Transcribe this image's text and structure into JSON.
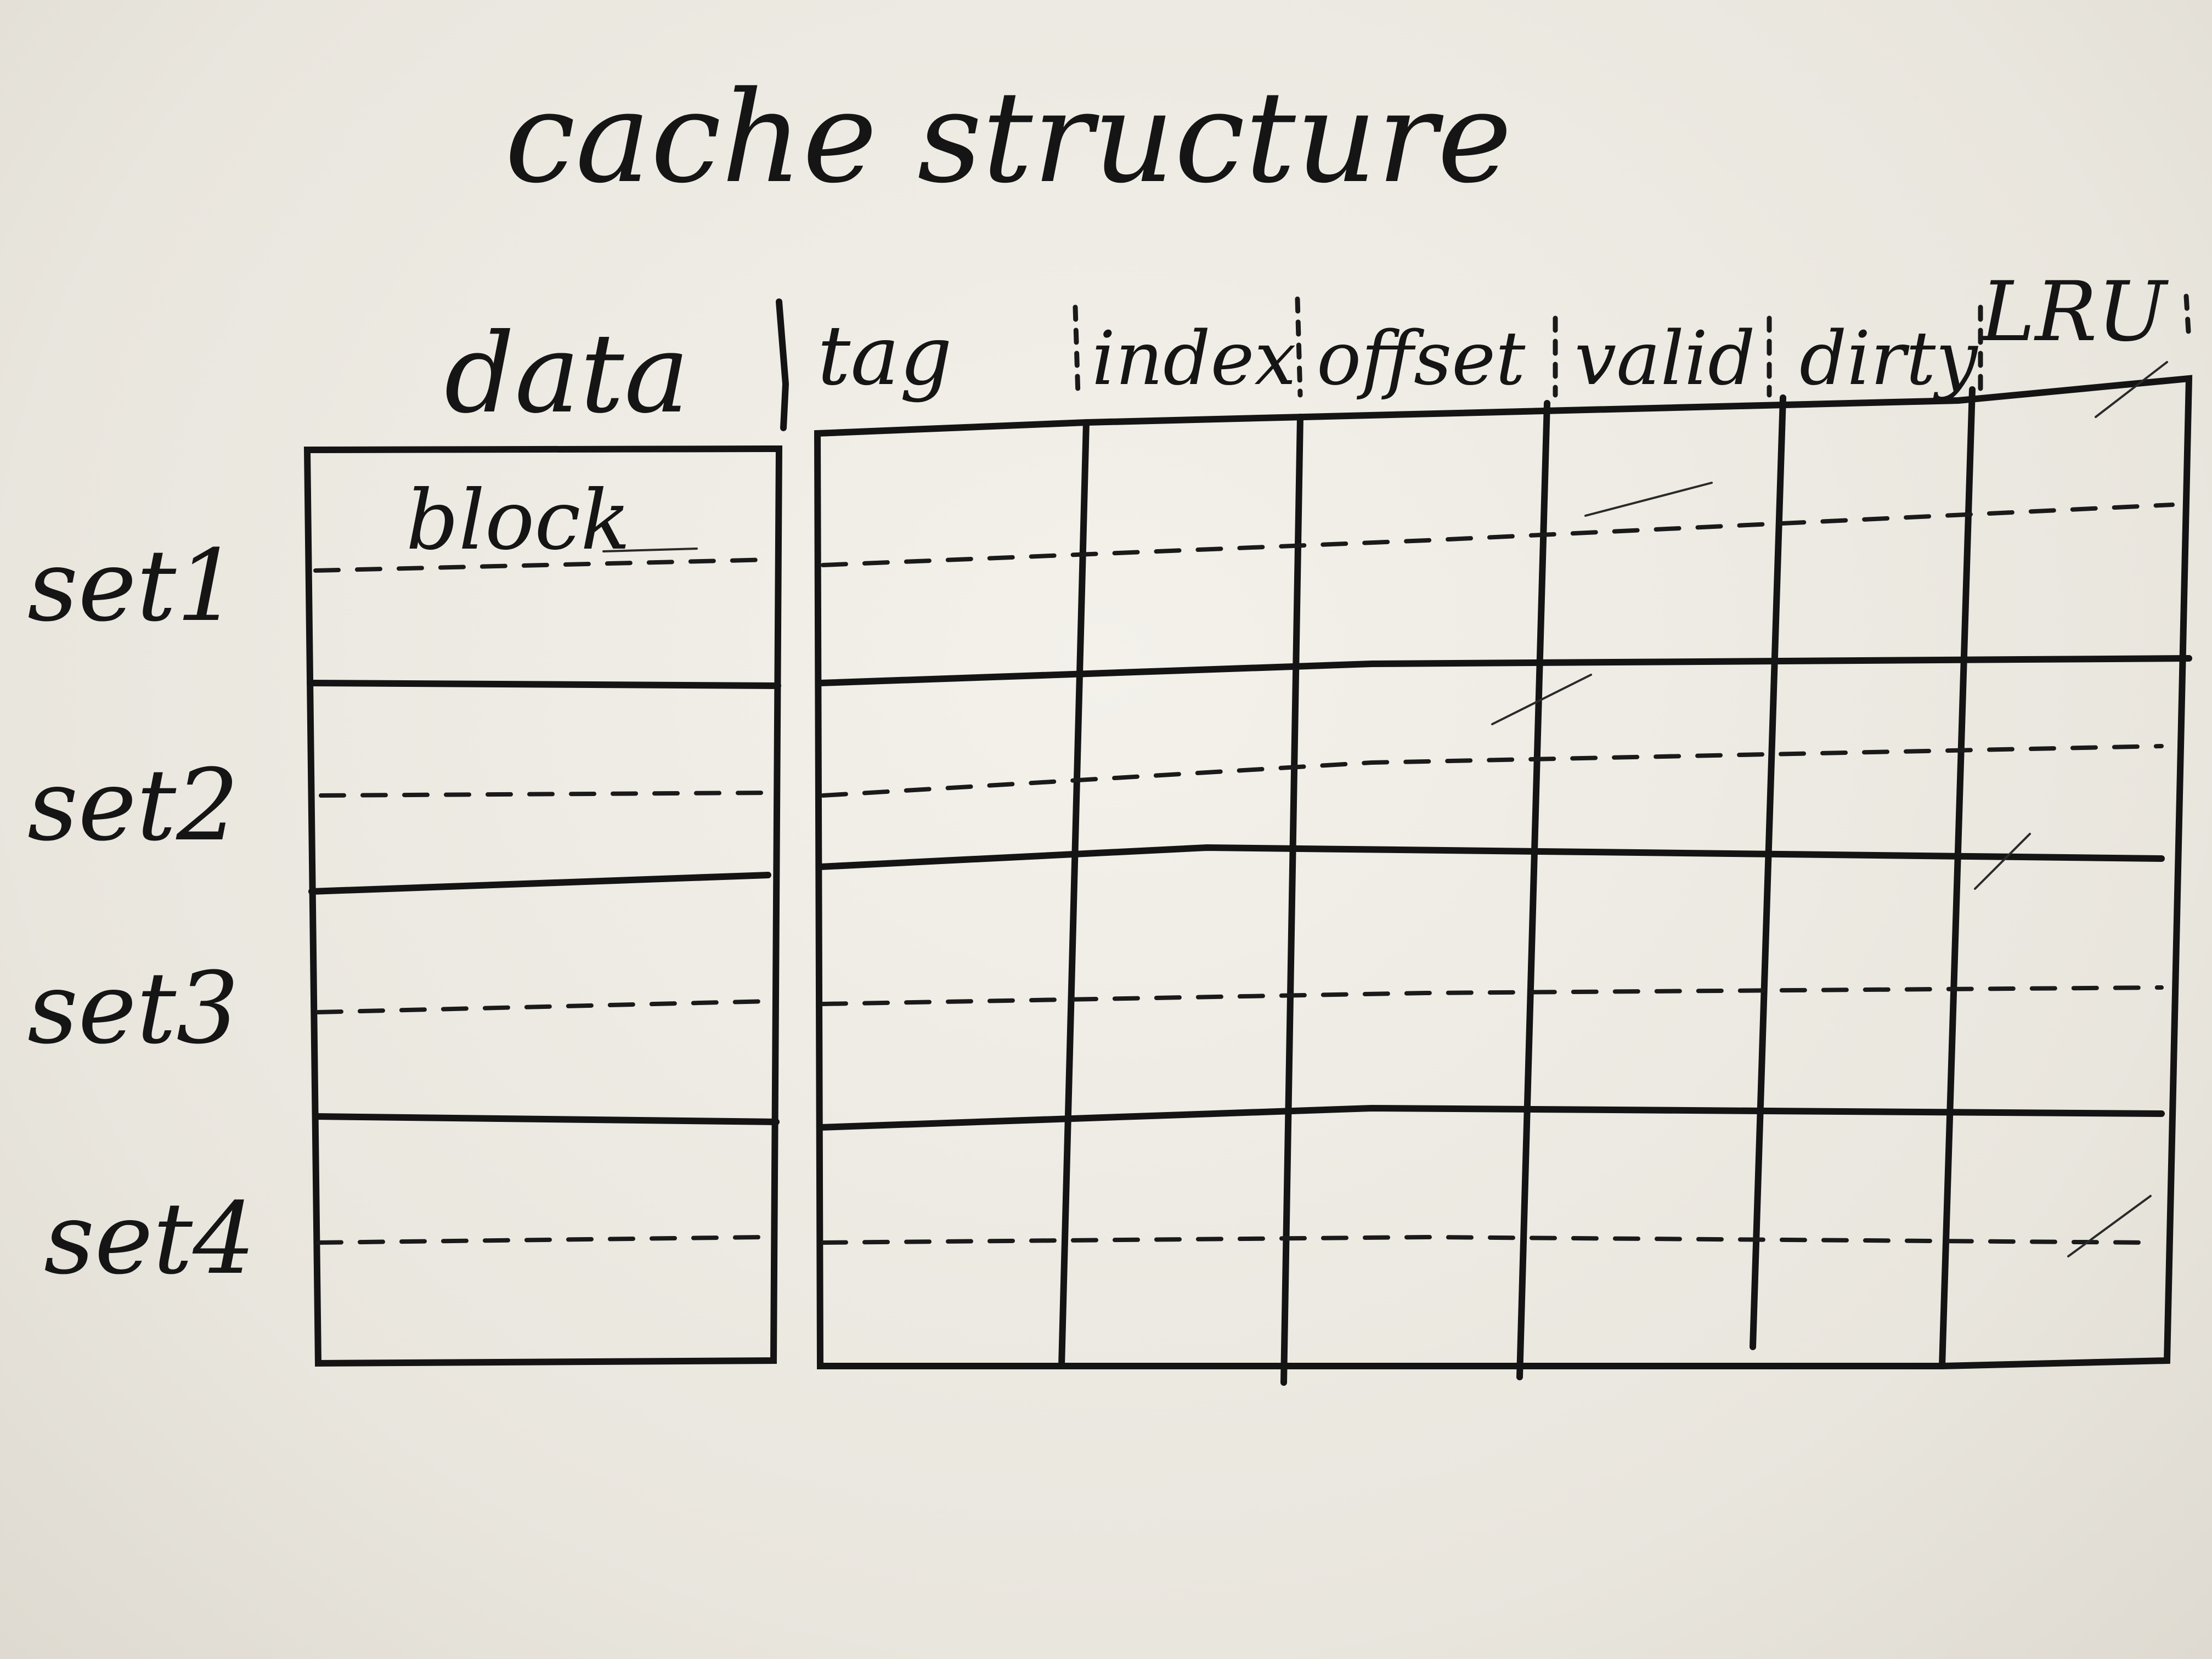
{
  "title": "cache structure",
  "data_header": "data",
  "block_label": "block",
  "field_headers": [
    "tag",
    "index",
    "offset",
    "valid",
    "dirty",
    "LRU"
  ],
  "set_labels": [
    "set1",
    "set2",
    "set3",
    "set4"
  ],
  "ink_color": "#141414",
  "paper_color": "#ece9e1"
}
